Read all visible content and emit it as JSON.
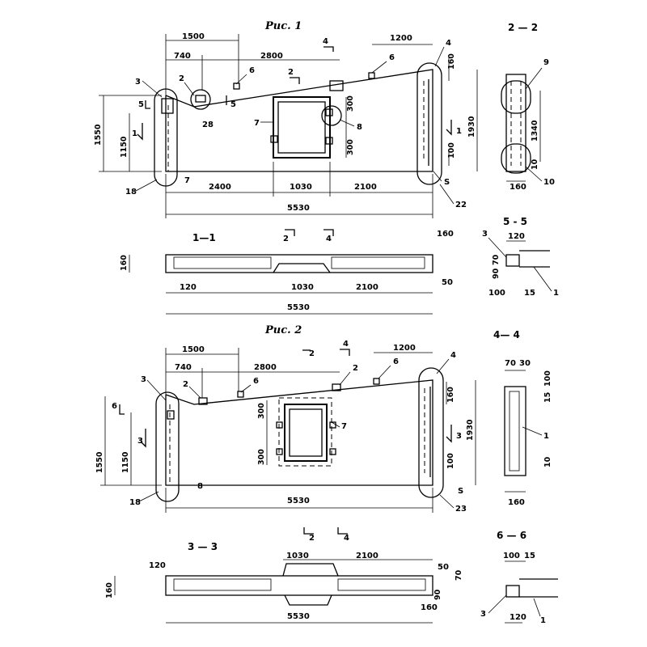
{
  "figures": {
    "fig1_title": "Рис. 1",
    "fig2_title": "Рис. 2"
  },
  "sections": {
    "s22": "2 — 2",
    "s11": "1—1",
    "s55": "5 - 5",
    "s44": "4— 4",
    "s33": "3 — 3",
    "s66": "6 — 6"
  },
  "fig1": {
    "dims": [
      "1500",
      "740",
      "2800",
      "1200",
      "2400",
      "1030",
      "2100",
      "5530",
      "1550",
      "1150",
      "1930",
      "300",
      "300",
      "100",
      "160"
    ],
    "callouts": [
      "3",
      "2",
      "6",
      "6",
      "4",
      "7",
      "28",
      "7",
      "8",
      "18",
      "S",
      "22"
    ],
    "cut_marks": [
      "4",
      "2",
      "5",
      "5",
      "1",
      "1"
    ]
  },
  "sec22": {
    "dims": [
      "1340",
      "160",
      "10"
    ],
    "callouts": [
      "9",
      "10"
    ]
  },
  "sec11": {
    "dims": [
      "160",
      "120",
      "1030",
      "2100",
      "5530",
      "160",
      "50"
    ],
    "cut_marks": [
      "2",
      "4"
    ]
  },
  "sec55": {
    "dims": [
      "120",
      "90",
      "70",
      "100",
      "15"
    ],
    "callouts": [
      "3",
      "1"
    ]
  },
  "fig2": {
    "dims": [
      "1500",
      "740",
      "2800",
      "1200",
      "1550",
      "1150",
      "300",
      "300",
      "5530",
      "160",
      "1930",
      "100"
    ],
    "callouts": [
      "3",
      "2",
      "6",
      "2",
      "6",
      "4",
      "7",
      "8",
      "18",
      "S",
      "23"
    ],
    "cut_marks": [
      "2",
      "4",
      "6",
      "3",
      "3"
    ]
  },
  "sec44": {
    "dims": [
      "70",
      "30",
      "100",
      "15",
      "10",
      "160"
    ],
    "callouts": [
      "1"
    ]
  },
  "sec33": {
    "dims": [
      "120",
      "1030",
      "2100",
      "50",
      "70",
      "160",
      "90",
      "160",
      "5530"
    ],
    "cut_marks": [
      "2",
      "4"
    ]
  },
  "sec66": {
    "dims": [
      "100",
      "15",
      "120"
    ],
    "callouts": [
      "3",
      "1"
    ]
  }
}
